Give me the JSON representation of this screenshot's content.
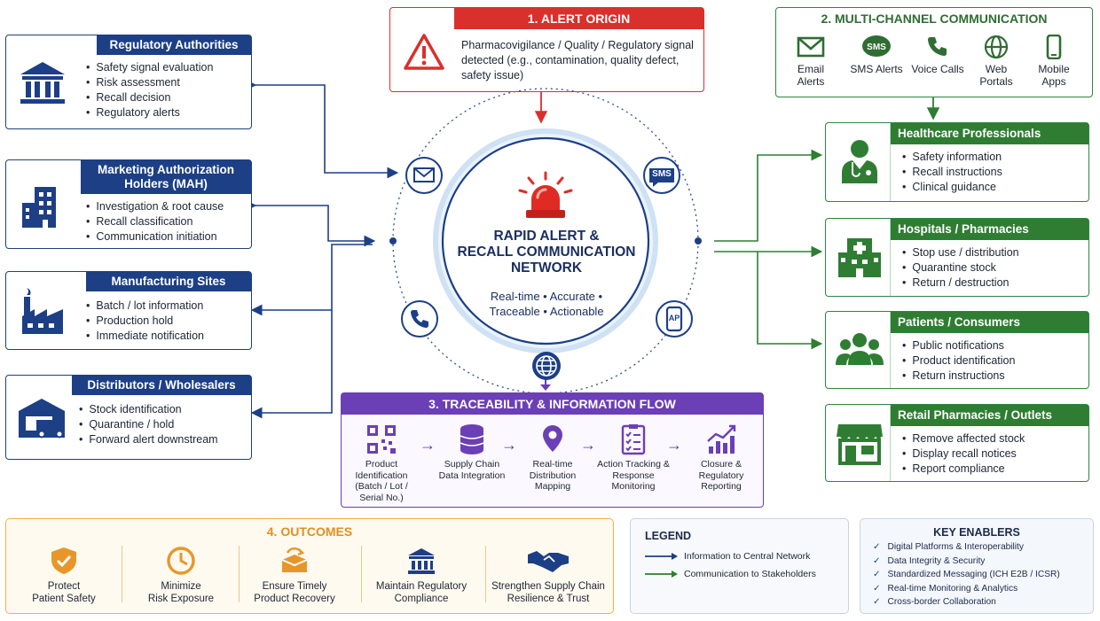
{
  "alert_origin": {
    "title": "1. ALERT ORIGIN",
    "text": "Pharmacovigilance / Quality / Regulatory signal detected (e.g., contamination, quality defect, safety issue)"
  },
  "multi_channel": {
    "title": "2. MULTI-CHANNEL COMMUNICATION",
    "channels": [
      {
        "label": "Email Alerts",
        "icon": "envelope-icon"
      },
      {
        "label": "SMS Alerts",
        "icon": "sms-icon"
      },
      {
        "label": "Voice Calls",
        "icon": "phone-icon"
      },
      {
        "label": "Web Portals",
        "icon": "globe-icon"
      },
      {
        "label": "Mobile Apps",
        "icon": "mobile-icon"
      }
    ]
  },
  "center": {
    "title_line1": "RAPID ALERT &",
    "title_line2": "RECALL COMMUNICATION",
    "title_line3": "NETWORK",
    "sub_line1": "Real-time • Accurate •",
    "sub_line2": "Traceable • Actionable",
    "sms_badge": "SMS",
    "app_badge": "AP"
  },
  "left_boxes": [
    {
      "title": "Regulatory Authorities",
      "icon": "government-building-icon",
      "items": [
        "Safety signal evaluation",
        "Risk assessment",
        "Recall decision",
        "Regulatory alerts"
      ]
    },
    {
      "title": "Marketing Authorization Holders (MAH)",
      "icon": "office-building-icon",
      "items": [
        "Investigation & root cause",
        "Recall classification",
        "Communication initiation"
      ]
    },
    {
      "title": "Manufacturing Sites",
      "icon": "factory-icon",
      "items": [
        "Batch / lot information",
        "Production hold",
        "Immediate notification"
      ]
    },
    {
      "title": "Distributors / Wholesalers",
      "icon": "warehouse-truck-icon",
      "items": [
        "Stock identification",
        "Quarantine / hold",
        "Forward alert downstream"
      ]
    }
  ],
  "right_boxes": [
    {
      "title": "Healthcare Professionals",
      "icon": "doctor-icon",
      "items": [
        "Safety information",
        "Recall instructions",
        "Clinical guidance"
      ]
    },
    {
      "title": "Hospitals / Pharmacies",
      "icon": "hospital-icon",
      "items": [
        "Stop use / distribution",
        "Quarantine stock",
        "Return / destruction"
      ]
    },
    {
      "title": "Patients / Consumers",
      "icon": "people-icon",
      "items": [
        "Public notifications",
        "Product identification",
        "Return instructions"
      ]
    },
    {
      "title": "Retail Pharmacies / Outlets",
      "icon": "storefront-icon",
      "items": [
        "Remove affected stock",
        "Display recall notices",
        "Report compliance"
      ]
    }
  ],
  "traceability": {
    "title": "3. TRACEABILITY & INFORMATION FLOW",
    "steps": [
      {
        "label": "Product Identification (Batch / Lot / Serial No.)",
        "icon": "qr-code-icon"
      },
      {
        "label": "Supply Chain Data Integration",
        "icon": "database-icon"
      },
      {
        "label": "Real-time Distribution Mapping",
        "icon": "map-pin-icon"
      },
      {
        "label": "Action Tracking & Response Monitoring",
        "icon": "checklist-icon"
      },
      {
        "label": "Closure & Regulatory Reporting",
        "icon": "growth-chart-icon"
      }
    ]
  },
  "outcomes": {
    "title": "4. OUTCOMES",
    "items": [
      {
        "label_line1": "Protect",
        "label_line2": "Patient Safety",
        "icon": "shield-check-icon"
      },
      {
        "label_line1": "Minimize",
        "label_line2": "Risk Exposure",
        "icon": "clock-icon"
      },
      {
        "label_line1": "Ensure Timely",
        "label_line2": "Product Recovery",
        "icon": "recovery-box-icon"
      },
      {
        "label_line1": "Maintain Regulatory",
        "label_line2": "Compliance",
        "icon": "courthouse-icon"
      },
      {
        "label_line1": "Strengthen Supply Chain",
        "label_line2": "Resilience & Trust",
        "icon": "handshake-icon"
      }
    ]
  },
  "legend": {
    "title": "LEGEND",
    "items": [
      {
        "label": "Information to Central Network",
        "color": "#1c3f86"
      },
      {
        "label": "Communication to Stakeholders",
        "color": "#2f7d32"
      }
    ]
  },
  "key_enablers": {
    "title": "KEY ENABLERS",
    "items": [
      "Digital Platforms & Interoperability",
      "Data Integrity & Security",
      "Standardized Messaging (ICH E2B / ICSR)",
      "Real-time Monitoring & Analytics",
      "Cross-border Collaboration"
    ]
  },
  "colors": {
    "navy": "#1c3f86",
    "green": "#2f7d32",
    "red": "#d9302c",
    "purple": "#6b3fb5",
    "orange": "#e0901e"
  }
}
